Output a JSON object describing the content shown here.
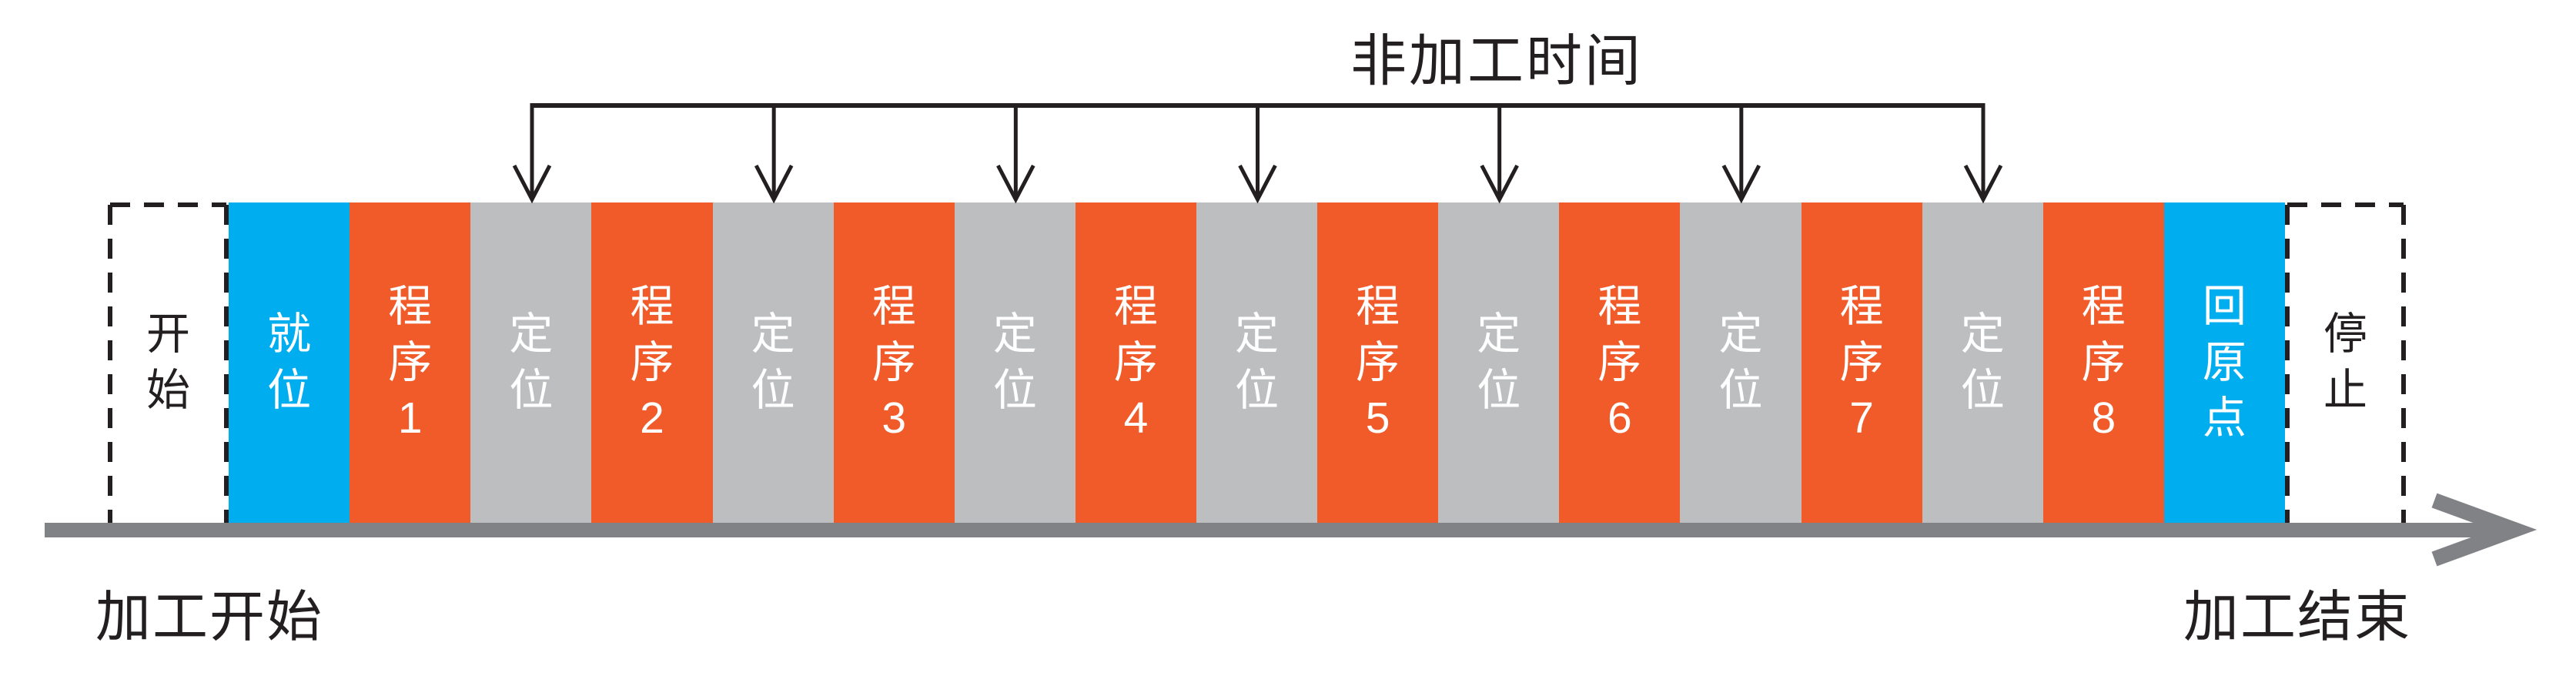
{
  "title": "非加工时间",
  "annotation": {
    "label": "非加工时间",
    "arrow_count": 7,
    "points_to": "定位"
  },
  "timeline": {
    "blocks": [
      {
        "label": "开始",
        "type": "dashed"
      },
      {
        "label": "就位",
        "type": "blue"
      },
      {
        "label": "程序1",
        "type": "orange"
      },
      {
        "label": "定位",
        "type": "gray"
      },
      {
        "label": "程序2",
        "type": "orange"
      },
      {
        "label": "定位",
        "type": "gray"
      },
      {
        "label": "程序3",
        "type": "orange"
      },
      {
        "label": "定位",
        "type": "gray"
      },
      {
        "label": "程序4",
        "type": "orange"
      },
      {
        "label": "定位",
        "type": "gray"
      },
      {
        "label": "程序5",
        "type": "orange"
      },
      {
        "label": "定位",
        "type": "gray"
      },
      {
        "label": "程序6",
        "type": "orange"
      },
      {
        "label": "定位",
        "type": "gray"
      },
      {
        "label": "程序7",
        "type": "orange"
      },
      {
        "label": "定位",
        "type": "gray"
      },
      {
        "label": "程序8",
        "type": "orange"
      },
      {
        "label": "回原点",
        "type": "blue"
      },
      {
        "label": "停止",
        "type": "dashed"
      }
    ]
  },
  "axis": {
    "start_label": "加工开始",
    "end_label": "加工结束"
  },
  "colors": {
    "blue": "#00AEEF",
    "orange": "#F15A29",
    "block_gray": "#BCBEC0",
    "axis_gray": "#808285",
    "ink": "#231F20"
  }
}
